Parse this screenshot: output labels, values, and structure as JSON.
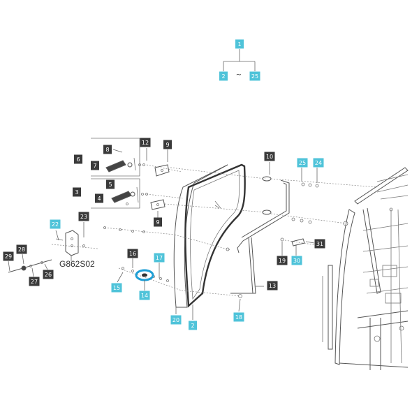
{
  "colors": {
    "callout_dark": "#3a3a3a",
    "callout_highlight": "#4fc3d9",
    "highlight_ring": "#1e9fd6",
    "line": "#555555"
  },
  "figure_code": "G862S02",
  "range_separator": "~",
  "callouts": [
    {
      "id": "c1",
      "text": "1",
      "highlight": true
    },
    {
      "id": "c2-top",
      "text": "2",
      "highlight": true
    },
    {
      "id": "c25-top",
      "text": "25",
      "highlight": true
    },
    {
      "id": "c3",
      "text": "3",
      "highlight": false
    },
    {
      "id": "c4",
      "text": "4",
      "highlight": false
    },
    {
      "id": "c5",
      "text": "5",
      "highlight": false
    },
    {
      "id": "c6",
      "text": "6",
      "highlight": false
    },
    {
      "id": "c7",
      "text": "7",
      "highlight": false
    },
    {
      "id": "c8",
      "text": "8",
      "highlight": false
    },
    {
      "id": "c9-top",
      "text": "9",
      "highlight": false
    },
    {
      "id": "c9-mid",
      "text": "9",
      "highlight": false
    },
    {
      "id": "c10",
      "text": "10",
      "highlight": false
    },
    {
      "id": "c12",
      "text": "12",
      "highlight": false
    },
    {
      "id": "c13",
      "text": "13",
      "highlight": false
    },
    {
      "id": "c14",
      "text": "14",
      "highlight": true
    },
    {
      "id": "c15",
      "text": "15",
      "highlight": true
    },
    {
      "id": "c16",
      "text": "16",
      "highlight": false
    },
    {
      "id": "c17",
      "text": "17",
      "highlight": true
    },
    {
      "id": "c18",
      "text": "18",
      "highlight": true
    },
    {
      "id": "c19",
      "text": "19",
      "highlight": false
    },
    {
      "id": "c20",
      "text": "20",
      "highlight": true
    },
    {
      "id": "c2-bottom",
      "text": "2",
      "highlight": true
    },
    {
      "id": "c22",
      "text": "22",
      "highlight": true
    },
    {
      "id": "c23",
      "text": "23",
      "highlight": false
    },
    {
      "id": "c24",
      "text": "24",
      "highlight": true
    },
    {
      "id": "c25-right",
      "text": "25",
      "highlight": true
    },
    {
      "id": "c26",
      "text": "26",
      "highlight": false
    },
    {
      "id": "c27",
      "text": "27",
      "highlight": false
    },
    {
      "id": "c28",
      "text": "28",
      "highlight": false
    },
    {
      "id": "c29",
      "text": "29",
      "highlight": false
    },
    {
      "id": "c30",
      "text": "30",
      "highlight": true
    },
    {
      "id": "c31",
      "text": "31",
      "highlight": false
    }
  ]
}
